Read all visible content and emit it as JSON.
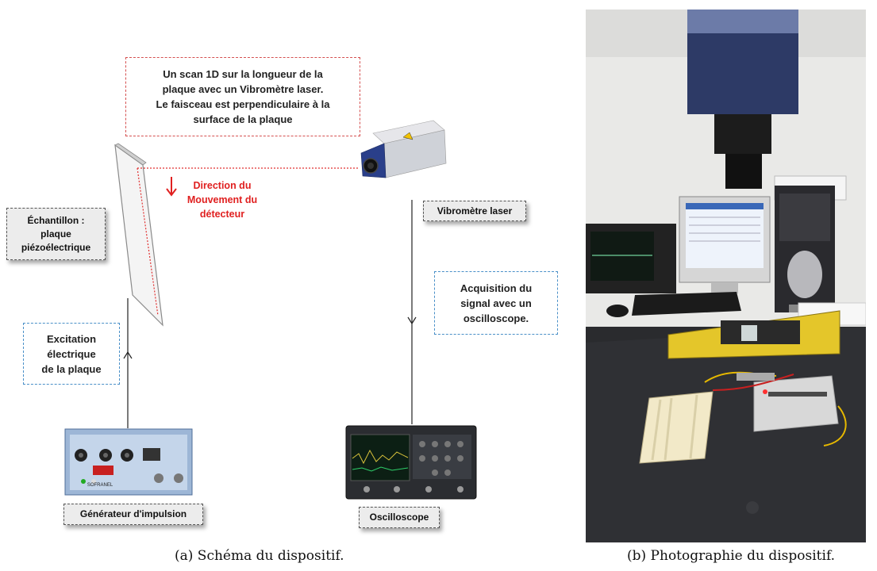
{
  "schema": {
    "scan_note": [
      "Un scan 1D sur la longueur de la",
      "plaque avec un Vibromètre laser.",
      "Le faisceau est perpendiculaire à la",
      "surface de la plaque"
    ],
    "direction_note": [
      "Direction du",
      "Mouvement du",
      "détecteur"
    ],
    "sample_label": [
      "Échantillon :",
      "plaque",
      "piézoélectrique"
    ],
    "vibrometer_label": "Vibromètre laser",
    "acquisition_note": [
      "Acquisition du",
      "signal avec un",
      "oscilloscope."
    ],
    "excitation_note": [
      "Excitation",
      "électrique",
      "de la plaque"
    ],
    "generator_label": "Générateur d'impulsion",
    "oscilloscope_label": "Oscilloscope",
    "generator_brand": "SOFRANEL"
  },
  "captions": {
    "a": "(a) Schéma du dispositif.",
    "b": "(b) Photographie du dispositif."
  },
  "colors": {
    "note_border_red": "#d55050",
    "note_border_blue": "#4a90c8",
    "direction_red": "#e02020",
    "vibrometer_blue": "#2a3f8a"
  }
}
